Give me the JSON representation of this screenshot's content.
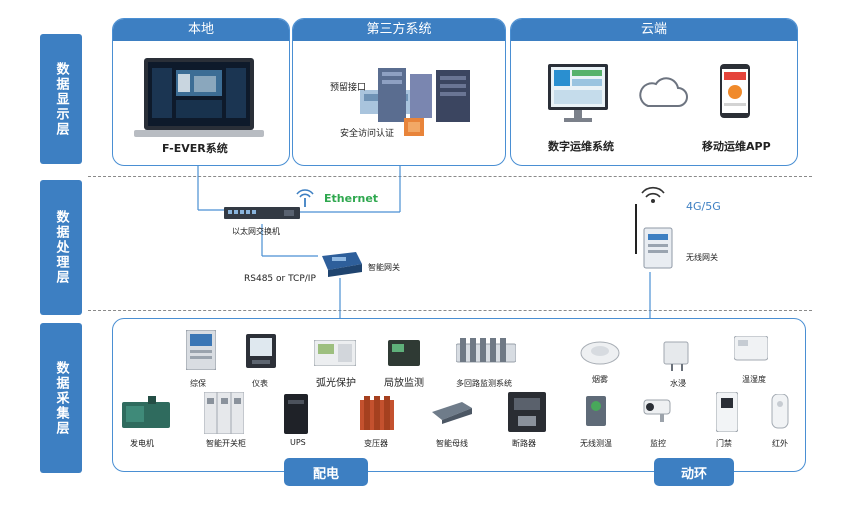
{
  "layers": {
    "display": "数据显示层",
    "processing": "数据处理层",
    "collection": "数据采集层"
  },
  "panels": {
    "local": {
      "title": "本地",
      "caption": "F-EVER系统"
    },
    "third_party": {
      "title": "第三方系统",
      "interface_label": "预留接口",
      "auth_label": "安全访问认证"
    },
    "cloud": {
      "title": "云端",
      "digital_ops": "数字运维系统",
      "mobile_app": "移动运维APP"
    }
  },
  "network": {
    "ethernet": "Ethernet",
    "switch": "以太网交换机",
    "protocol": "RS485 or TCP/IP",
    "smart_gateway": "智能网关",
    "cellular": "4G/5G",
    "wireless_gateway": "无线网关"
  },
  "devices_row1": [
    "综保",
    "仪表",
    "弧光保护",
    "局放监测",
    "多回路监测系统",
    "烟雾",
    "水浸",
    "温湿度"
  ],
  "devices_row2": [
    "发电机",
    "智能开关柜",
    "UPS",
    "变压器",
    "智能母线",
    "断路器",
    "无线测温",
    "监控",
    "门禁",
    "红外"
  ],
  "bottom_tabs": {
    "power": "配电",
    "environment": "动环"
  },
  "colors": {
    "accent": "#3d7fc2",
    "ethernet": "#2fa84f",
    "cellular": "#3d7fc2"
  }
}
